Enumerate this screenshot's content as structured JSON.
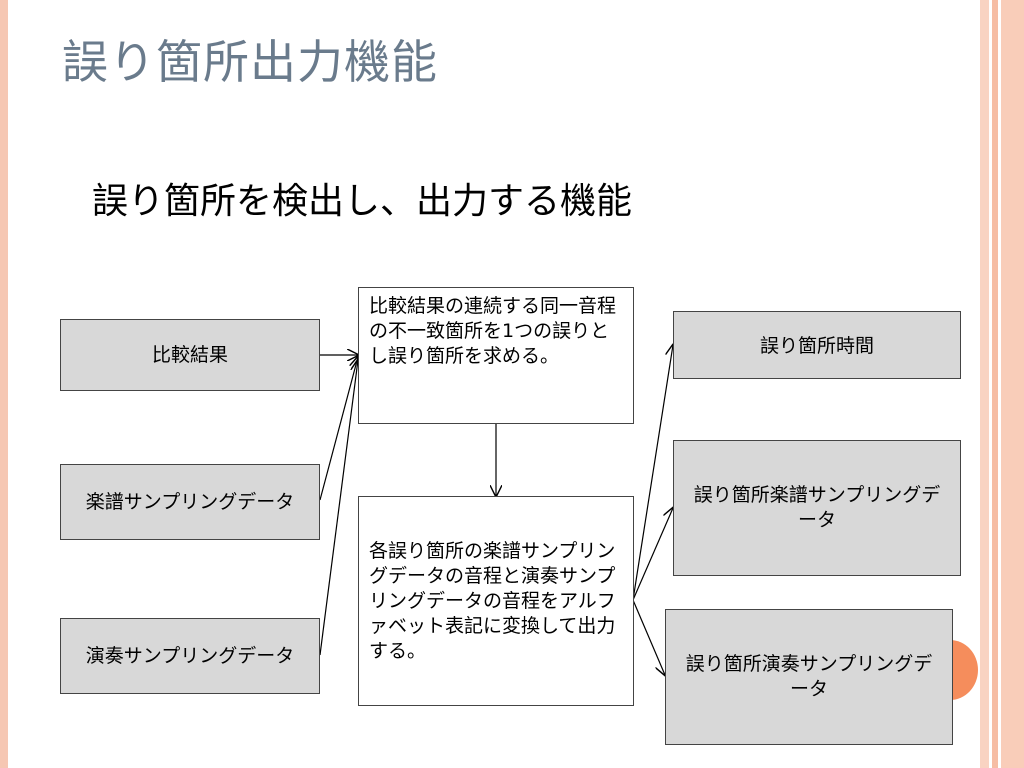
{
  "slide": {
    "title": "誤り箇所出力機能",
    "subtitle": "誤り箇所を検出し、出力する機能"
  },
  "diagram": {
    "inputs": {
      "comparison_result": "比較結果",
      "score_sampling": "楽譜サンプリングデータ",
      "performance_sampling": "演奏サンプリングデータ"
    },
    "process": {
      "detect_step": "比較結果の連続する同一音程の不一致箇所を1つの誤りとし誤り箇所を求める。",
      "convert_step": "各誤り箇所の楽譜サンプリングデータの音程と演奏サンプリングデータの音程をアルファベット表記に変換して出力する。"
    },
    "outputs": {
      "error_time": "誤り箇所時間",
      "error_score_sampling": "誤り箇所楽譜サンプリングデータ",
      "error_performance_sampling": "誤り箇所演奏サンプリングデータ"
    }
  },
  "colors": {
    "title": "#6a7b8c",
    "box_gray": "#d8d8d8",
    "accent_orange": "#f58d5c",
    "stripe_peach": "#f6c7b3"
  }
}
